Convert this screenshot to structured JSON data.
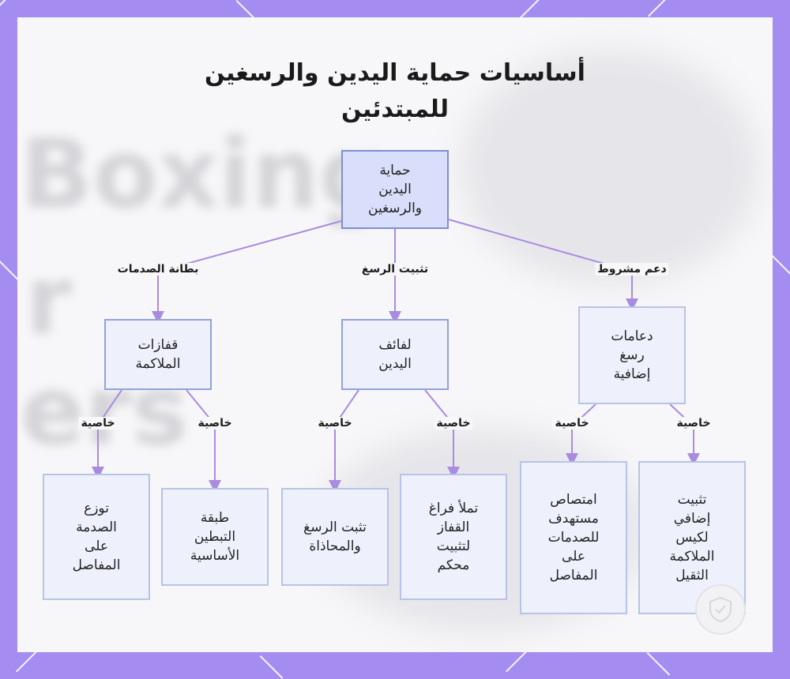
{
  "title": {
    "line1": "أساسيات حماية اليدين والرسغين",
    "line2": "للمبتدئين"
  },
  "background_text": {
    "line1": "Boxing",
    "line2": "r",
    "line3": "ers"
  },
  "nodes": {
    "root": "حماية\nاليدين\nوالرسغين",
    "gloves": "قفازات\nالملاكمة",
    "wraps": "لفائف\nاليدين",
    "supports": "دعامات\nرسغ\nإضافية",
    "g1": "توزع\nالصدمة\nعلى\nالمفاصل",
    "g2": "طبقة\nالتبطين\nالأساسية",
    "w1": "تثبت الرسغ\nوالمحاذاة",
    "w2": "تملأ فراغ\nالقفاز\nلتثبيت\nمحكم",
    "s1": "امتصاص\nمستهدف\nللصدمات\nعلى\nالمفاصل",
    "s2": "تثبيت\nإضافي\nلكيس\nالملاكمة\nالثقيل"
  },
  "edge_labels": {
    "gloves": "بطانة الصدمات",
    "wraps": "تثبيت الرسغ",
    "supports": "دعم مشروط",
    "g1": "خاصية",
    "g2": "خاصية",
    "w1": "خاصية",
    "w2": "خاصية",
    "s1": "خاصية",
    "s2": "خاصية"
  },
  "colors": {
    "frame": "#a58cf0",
    "edge": "#a98be0",
    "root_fill": "#d9dffb",
    "node_fill": "#eef1fb",
    "node_border": "#b7c3e8"
  },
  "badge_icon": "shield-icon"
}
